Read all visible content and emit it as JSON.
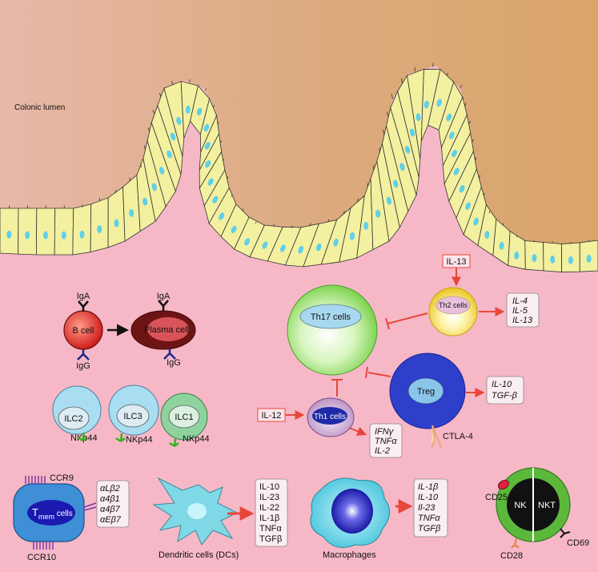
{
  "lumen": {
    "label": "Colonic lumen"
  },
  "b_cells": {
    "b_cell": "B cell",
    "plasma_cell": "Plasma cell",
    "iga_left": "IgA",
    "igg_left": "IgG",
    "iga_right": "IgA",
    "igg_right": "IgG"
  },
  "ilc": {
    "ilc2": "ILC2",
    "ilc3": "ILC3",
    "ilc1": "ILC1",
    "nkp44_a": "NKp44",
    "nkp44_b": "NKp44",
    "nkp44_c": "NKp44"
  },
  "t_cells": {
    "th17": "Th17 cells",
    "th2": "Th2 cells",
    "th1": "Th1 cells",
    "treg": "Treg",
    "il13_in": "IL-13",
    "il12_in": "IL-12",
    "ctla4": "CTLA-4",
    "th2_out": [
      "IL-4",
      "IL-5",
      "IL-13"
    ],
    "treg_out": [
      "IL-10",
      "TGF-β"
    ],
    "th1_out": [
      "IFNγ",
      "TNFα",
      "IL-2"
    ]
  },
  "tmem": {
    "label_main": "T",
    "label_sub": "mem",
    "label_tail": " cells",
    "ccr9": "CCR9",
    "ccr10": "CCR10",
    "integrins": [
      "αLβ2",
      "α4β1",
      "α4β7",
      "αEβ7"
    ]
  },
  "dc": {
    "label": "Dendritic cells (DCs)",
    "cytokines": [
      "IL-10",
      "IL-23",
      "IL-22",
      "IL-1β",
      "TNFα",
      "TGFβ"
    ]
  },
  "macrophage": {
    "label": "Macrophages",
    "cytokines": [
      "IL-1β",
      "IL-10",
      "Il-23",
      "TNFα",
      "TGFβ"
    ]
  },
  "nk": {
    "nk": "NK",
    "nkt": "NKT",
    "cd25": "CD25",
    "cd28": "CD28",
    "cd69": "CD69"
  },
  "colors": {
    "background": "#f6b8c7",
    "epithelium": "#f3f0a0",
    "nucleus": "#5fd0e8",
    "arrow": "#e8463a",
    "th17": "#8fe06a",
    "treg": "#2e3fc9",
    "plasma": "#7a1a1a"
  }
}
